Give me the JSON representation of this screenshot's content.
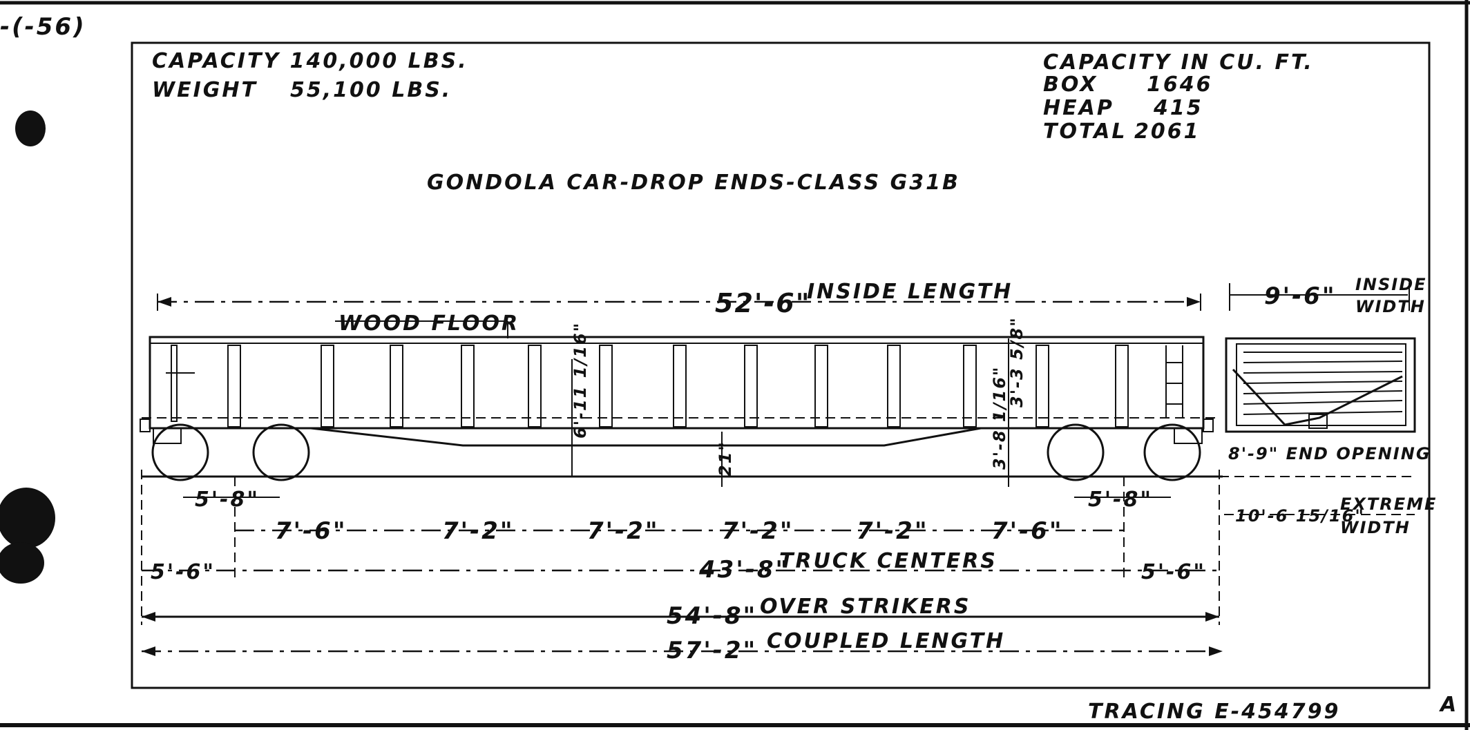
{
  "corner_note": "-(-56)",
  "header_left": {
    "capacity": "CAPACITY 140,000 LBS.",
    "weight_label": "WEIGHT",
    "weight_value": "55,100 LBS."
  },
  "header_right": {
    "title": "CAPACITY IN CU. FT.",
    "box_label": "BOX",
    "box_value": "1646",
    "heap_label": "HEAP",
    "heap_value": "415",
    "total_label": "TOTAL",
    "total_value": "2061"
  },
  "drawing_title": "GONDOLA CAR-DROP ENDS-CLASS G31B",
  "labels": {
    "wood_floor": "WOOD FLOOR",
    "inside_length_value": "52'-6\"",
    "inside_length_label": "INSIDE LENGTH",
    "inside_width_value": "9'-6\"",
    "inside_width_label_1": "INSIDE",
    "inside_width_label_2": "WIDTH",
    "end_opening": "8'-9\" END OPENING",
    "extreme_width_value": "10'-6 15/16\"",
    "extreme_width_label_1": "EXTREME",
    "extreme_width_label_2": "WIDTH",
    "inside_height": "6'-11 1/16\"",
    "side_height": "3'-3 5/8\"",
    "floor_height": "3'-8 1/16\"",
    "center_depth": "21\"",
    "wheelbase_left": "5'-8\"",
    "wheelbase_right": "5'-8\"",
    "post_spacing": [
      "7'-6\"",
      "7'-2\"",
      "7'-2\"",
      "7'-2\"",
      "7'-2\"",
      "7'-6\""
    ],
    "overhang_left": "5'-6\"",
    "overhang_right": "5'-6\"",
    "truck_centers_value": "43'-8\"",
    "truck_centers_label": "TRUCK CENTERS",
    "over_strikers_value": "54'-8\"",
    "over_strikers_label": "OVER STRIKERS",
    "coupled_length_value": "57'-2\"",
    "coupled_length_label": "COUPLED LENGTH"
  },
  "footer": {
    "tracing": "TRACING E-454799",
    "sheet": "A"
  }
}
